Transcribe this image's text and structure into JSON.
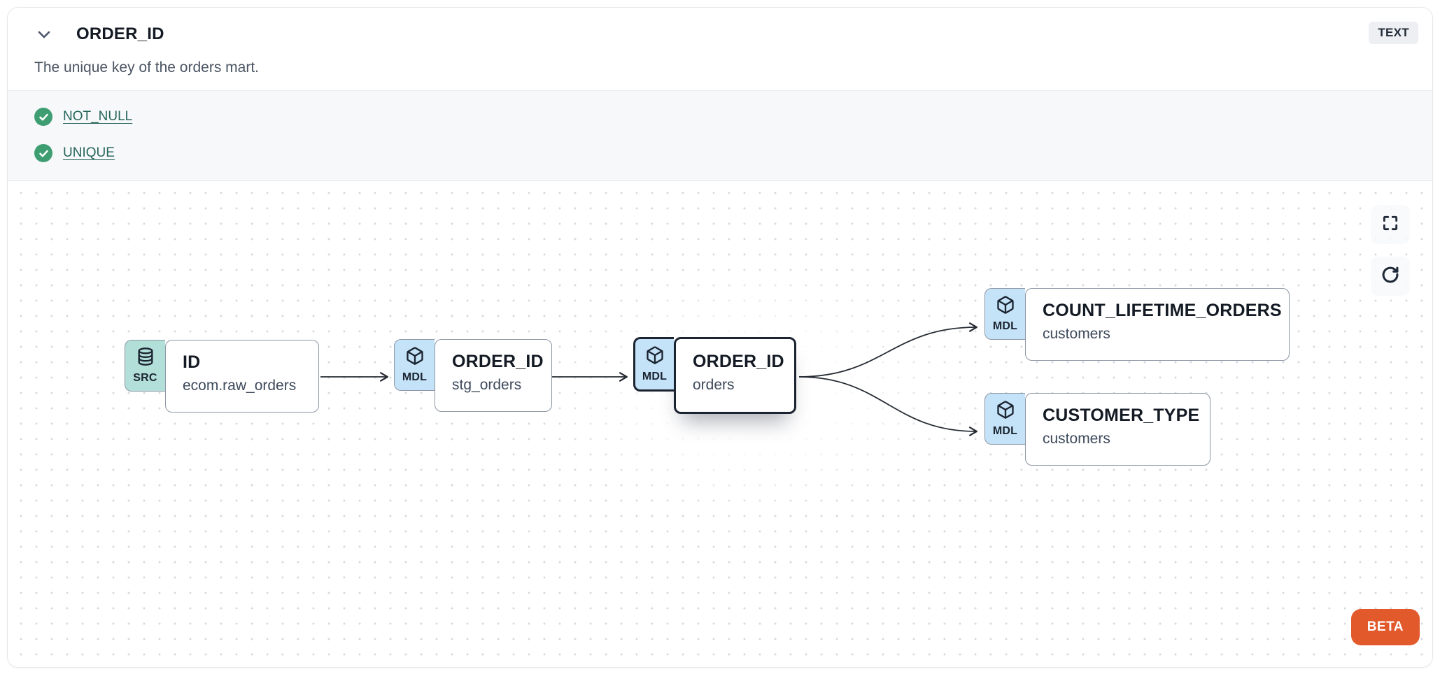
{
  "header": {
    "collapse_icon": "chevron-down",
    "title": "ORDER_ID",
    "type_badge": "TEXT",
    "description": "The unique key of the orders mart."
  },
  "tests": [
    {
      "status_icon": "check-circle",
      "status": "pass",
      "label": "NOT_NULL"
    },
    {
      "status_icon": "check-circle",
      "status": "pass",
      "label": "UNIQUE"
    }
  ],
  "lineage": {
    "controls": [
      {
        "name": "fullscreen",
        "icon": "fullscreen-icon"
      },
      {
        "name": "refresh",
        "icon": "refresh-icon"
      }
    ],
    "beta_label": "BETA",
    "nodes": [
      {
        "id": "src-id",
        "badge": "SRC",
        "icon": "database",
        "title": "ID",
        "subtitle": "ecom.raw_orders",
        "selected": false
      },
      {
        "id": "stg-order-id",
        "badge": "MDL",
        "icon": "cube",
        "title": "ORDER_ID",
        "subtitle": "stg_orders",
        "selected": false
      },
      {
        "id": "orders-order-id",
        "badge": "MDL",
        "icon": "cube",
        "title": "ORDER_ID",
        "subtitle": "orders",
        "selected": true
      },
      {
        "id": "count-lifetime-orders",
        "badge": "MDL",
        "icon": "cube",
        "title": "COUNT_LIFETIME_ORDERS",
        "subtitle": "customers",
        "selected": false
      },
      {
        "id": "customer-type",
        "badge": "MDL",
        "icon": "cube",
        "title": "CUSTOMER_TYPE",
        "subtitle": "customers",
        "selected": false
      }
    ],
    "edges": [
      {
        "from": "src-id",
        "to": "stg-order-id"
      },
      {
        "from": "stg-order-id",
        "to": "orders-order-id"
      },
      {
        "from": "orders-order-id",
        "to": "count-lifetime-orders"
      },
      {
        "from": "orders-order-id",
        "to": "customer-type"
      }
    ]
  },
  "colors": {
    "accent_orange": "#E2592C",
    "test_pass_green": "#3E9E72",
    "link_teal": "#26655B",
    "model_badge_blue": "#C5E3F8",
    "source_badge_mint": "#B3DFD9",
    "selected_border": "#1B2430",
    "edge_stroke": "#262B33"
  }
}
